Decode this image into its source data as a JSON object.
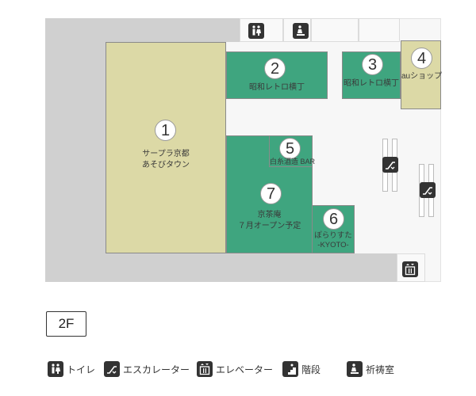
{
  "floor": "2F",
  "stores": [
    {
      "number": "1",
      "name_lines": [
        "サープラ京都",
        "あそびタウン"
      ],
      "color": "#dcd9a6"
    },
    {
      "number": "2",
      "name_lines": [
        "昭和レトロ横丁"
      ],
      "color": "#3fa57f"
    },
    {
      "number": "3",
      "name_lines": [
        "昭和レトロ横丁"
      ],
      "color": "#3fa57f"
    },
    {
      "number": "4",
      "name_lines": [
        "auショップ"
      ],
      "color": "#dcd9a6"
    },
    {
      "number": "5",
      "name_lines": [
        "白糸酒造 BAR"
      ],
      "color": "#3fa57f"
    },
    {
      "number": "6",
      "name_lines": [
        "ぽらりすた",
        "-KYOTO-"
      ],
      "color": "#3fa57f"
    },
    {
      "number": "7",
      "name_lines": [
        "京茶庵",
        "７月オープン予定"
      ],
      "color": "#3fa57f"
    }
  ],
  "legend": [
    {
      "icon": "toilet-icon",
      "label": "トイレ"
    },
    {
      "icon": "escalator-icon",
      "label": "エスカレーター"
    },
    {
      "icon": "elevator-icon",
      "label": "エレベーター"
    },
    {
      "icon": "stairs-icon",
      "label": "階段"
    },
    {
      "icon": "prayer-room-icon",
      "label": "祈祷室"
    }
  ]
}
